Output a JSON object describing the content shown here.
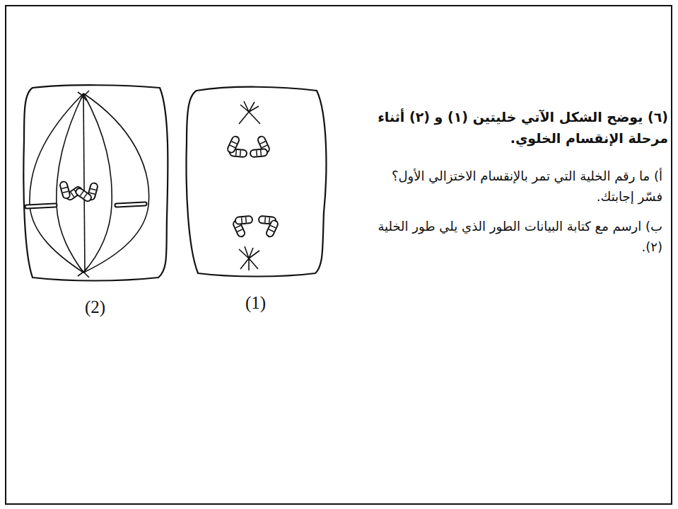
{
  "diagram": {
    "nodes": [
      {
        "text": [
          "(1)"
        ]
      },
      {
        "text": [
          "(2)"
        ]
      }
    ],
    "labels": [
      "(٦) يوضح الشكل الآتي خليتين (١) و (٢) أثناء مرحلة الإنقسام الخلوي.",
      "أ) ما رقم الخلية التي تمر بالإنقسام الاختزالي الأول؟ فسّر إجابتك.",
      "ب) ارسم مع كتابة البيانات الطور الذي يلي طور الخلية (٢)."
    ]
  }
}
